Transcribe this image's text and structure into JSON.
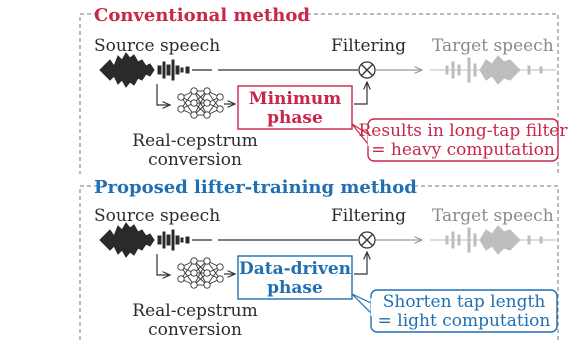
{
  "panels": [
    {
      "title": "Conventional method",
      "source_label": "Source speech",
      "filtering_label": "Filtering",
      "target_label": "Target speech",
      "op_symbol": "⊗",
      "process_label_line1": "Real-cepstrum",
      "process_label_line2": "conversion",
      "phase_box_line1": "Minimum",
      "phase_box_line2": "phase",
      "callout_line1": "Results in long-tap filter",
      "callout_line2": "= heavy computation",
      "accent_color": "#c8264a"
    },
    {
      "title": "Proposed lifter-training method",
      "source_label": "Source speech",
      "filtering_label": "Filtering",
      "target_label": "Target speech",
      "op_symbol": "⊗",
      "process_label_line1": "Real-cepstrum",
      "process_label_line2": "conversion",
      "phase_box_line1": "Data-driven",
      "phase_box_line2": "phase",
      "callout_line1": "Shorten tap length",
      "callout_line2": "= light computation",
      "accent_color": "#1f6fb2"
    }
  ]
}
